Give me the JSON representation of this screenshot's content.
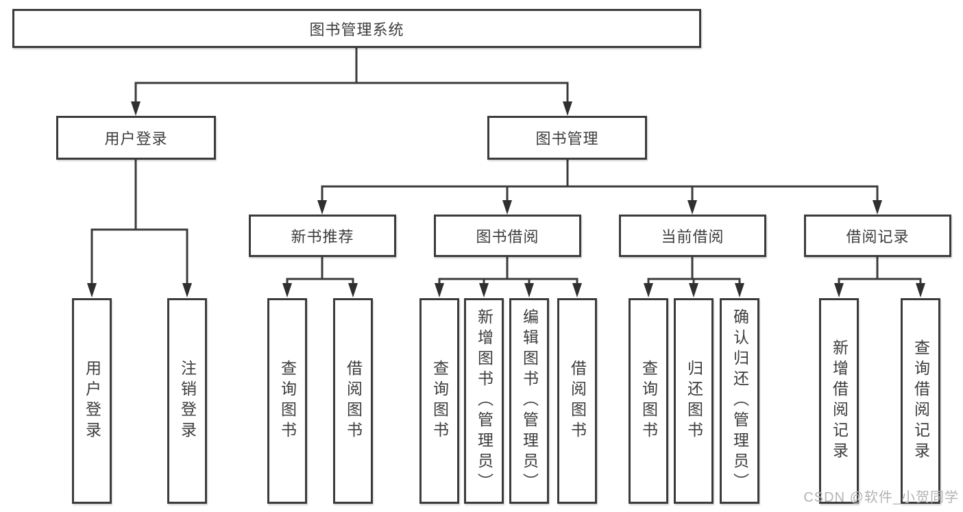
{
  "diagram": {
    "root": {
      "label": "图书管理系统",
      "children": [
        {
          "label": "用户登录",
          "children": [
            {
              "label": "用户登录"
            },
            {
              "label": "注销登录"
            }
          ]
        },
        {
          "label": "图书管理",
          "children": [
            {
              "label": "新书推荐",
              "children": [
                {
                  "label": "查询图书"
                },
                {
                  "label": "借阅图书"
                }
              ]
            },
            {
              "label": "图书借阅",
              "children": [
                {
                  "label": "查询图书"
                },
                {
                  "label": "新增图书（管理员）"
                },
                {
                  "label": "编辑图书（管理员）"
                },
                {
                  "label": "借阅图书"
                }
              ]
            },
            {
              "label": "当前借阅",
              "children": [
                {
                  "label": "查询图书"
                },
                {
                  "label": "归还图书"
                },
                {
                  "label": "确认归还（管理员）"
                }
              ]
            },
            {
              "label": "借阅记录",
              "children": [
                {
                  "label": "新增借阅记录"
                },
                {
                  "label": "查询借阅记录"
                }
              ]
            }
          ]
        }
      ]
    },
    "colors": {
      "line": "#3b3b3b",
      "box_border": "#3b3b3b",
      "text": "#3c3c3c",
      "watermark": "#b3b3b3",
      "background": "#ffffff"
    },
    "watermark": "CSDN @软件_小贺同学"
  }
}
